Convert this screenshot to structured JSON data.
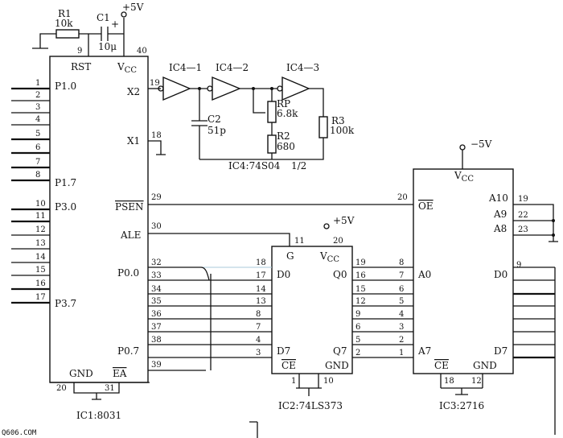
{
  "power": {
    "vcc_top": "+5V",
    "ic2_supply": "+5V",
    "ic3_supply": "−5V"
  },
  "r1": {
    "ref": "R1",
    "value": "10k"
  },
  "c1": {
    "ref": "C1",
    "value": "10μ",
    "polarity": "+"
  },
  "ic1": {
    "label": "IC1:8031",
    "rst": "RST",
    "vcc": "V",
    "vcc_sub": "CC",
    "x2": "X2",
    "x1": "X1",
    "psen": "PSEN",
    "ale": "ALE",
    "gnd": "GND",
    "ea": "EA",
    "p10": "P1.0",
    "p17": "P1.7",
    "p30": "P3.0",
    "p37": "P3.7",
    "p00": "P0.0",
    "p07": "P0.7",
    "pin_rst": "9",
    "pin_vcc": "40",
    "pin_x2": "19",
    "pin_x1": "18",
    "pin_psen": "29",
    "pin_ale": "30",
    "pin_gnd": "20",
    "pin_ea": "31",
    "pin_39": "39",
    "p1_pins": [
      "1",
      "2",
      "3",
      "4",
      "5",
      "6",
      "7",
      "8"
    ],
    "p3_pins": [
      "10",
      "11",
      "12",
      "13",
      "14",
      "15",
      "16",
      "17"
    ],
    "p0_pins": [
      "32",
      "33",
      "34",
      "35",
      "36",
      "37",
      "38"
    ]
  },
  "inverters": {
    "g1": "IC4—1",
    "g2": "IC4—2",
    "g3": "IC4—3",
    "note": "IC4:74S04",
    "fraction": "1/2"
  },
  "c2": {
    "ref": "C2",
    "value": "51p"
  },
  "rp": {
    "ref": "RP",
    "value": "6.8k"
  },
  "r2": {
    "ref": "R2",
    "value": "680"
  },
  "r3": {
    "ref": "R3",
    "value": "100k"
  },
  "ic2": {
    "label": "IC2:74LS373",
    "g": "G",
    "vcc": "V",
    "vcc_sub": "CC",
    "d0": "D0",
    "d7": "D7",
    "q0": "Q0",
    "q7": "Q7",
    "ce": "CE",
    "gnd": "GND",
    "pin_g": "11",
    "pin_vcc": "20",
    "pin_ce": "1",
    "pin_gnd": "10",
    "d_pins": [
      "18",
      "17",
      "14",
      "13",
      "8",
      "7",
      "4",
      "3"
    ],
    "q_pins": [
      "19",
      "16",
      "15",
      "12",
      "9",
      "6",
      "5",
      "2"
    ]
  },
  "ic3": {
    "label": "IC3:2716",
    "vcc": "V",
    "vcc_sub": "CC",
    "oe": "OE",
    "a10": "A10",
    "a9": "A9",
    "a8": "A8",
    "a0": "A0",
    "a7": "A7",
    "d0": "D0",
    "d7": "D7",
    "ce": "CE",
    "gnd": "GND",
    "pin_oe": "20",
    "pin_a10": "19",
    "pin_a9": "22",
    "pin_a8": "23",
    "a_pins": [
      "8",
      "7",
      "6",
      "5",
      "4",
      "3",
      "2",
      "1"
    ],
    "pin_d0": "9",
    "pin_ce": "18",
    "pin_gnd": "12"
  },
  "watermark": "Q606.COM"
}
